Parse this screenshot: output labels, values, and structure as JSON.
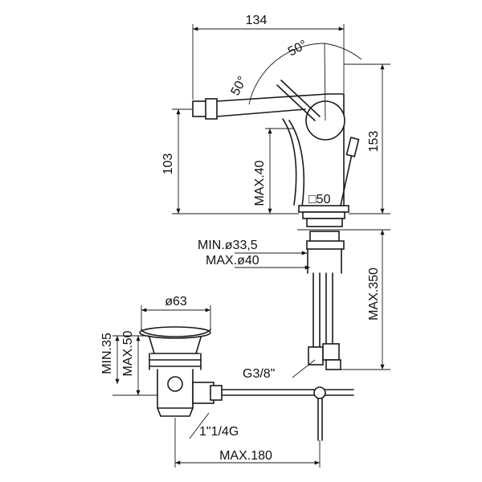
{
  "dimensions": {
    "width_134": "134",
    "angle_right": "50°",
    "angle_left": "50°",
    "height_103": "103",
    "height_153": "153",
    "max_40": "MAX.40",
    "square_50": "□50",
    "min_diam": "MIN.ø33,5",
    "max_diam": "MAX.ø40",
    "max_350": "MAX.350",
    "diam_63": "ø63",
    "min_35": "MIN.35",
    "max_50": "MAX.50",
    "g38": "G3/8\"",
    "thread": "1\"1/4G",
    "max_180": "MAX.180"
  }
}
